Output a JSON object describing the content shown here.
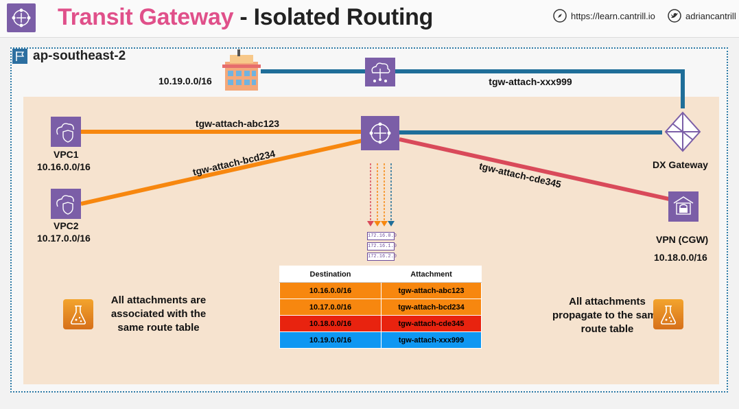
{
  "header": {
    "title_part1": "Transit Gateway",
    "title_part2": " - Isolated Routing",
    "website": "https://learn.cantrill.io",
    "twitter": "adriancantrill",
    "logo_icon": "transit-gateway-icon"
  },
  "region": {
    "label": "ap-southeast-2",
    "icon": "flag-icon"
  },
  "onprem": {
    "cidr": "10.19.0.0/16",
    "icon": "corporate-building-icon"
  },
  "dx_router_icon": "direct-connect-router-icon",
  "tgw_icon": "transit-gateway-icon",
  "vpcs": [
    {
      "name": "VPC1",
      "cidr": "10.16.0.0/16",
      "icon": "vpc-shield-icon"
    },
    {
      "name": "VPC2",
      "cidr": "10.17.0.0/16",
      "icon": "vpc-shield-icon"
    }
  ],
  "dx_gateway": {
    "name": "DX Gateway",
    "icon": "dx-gateway-icon"
  },
  "vpn": {
    "name": "VPN (CGW)",
    "cidr": "10.18.0.0/16",
    "icon": "vpn-lock-icon"
  },
  "attachments": {
    "abc": "tgw-attach-abc123",
    "bcd": "tgw-attach-bcd234",
    "cde": "tgw-attach-cde345",
    "xxx": "tgw-attach-xxx999"
  },
  "route_icon_entries": [
    "172.16.0.0",
    "172.16.1.0",
    "172.16.2.0"
  ],
  "route_table": {
    "headers": [
      "Destination",
      "Attachment"
    ],
    "rows": [
      {
        "destination": "10.16.0.0/16",
        "attachment": "tgw-attach-abc123",
        "color": "#f7870f"
      },
      {
        "destination": "10.17.0.0/16",
        "attachment": "tgw-attach-bcd234",
        "color": "#f7870f"
      },
      {
        "destination": "10.18.0.0/16",
        "attachment": "tgw-attach-cde345",
        "color": "#e8230f"
      },
      {
        "destination": "10.19.0.0/16",
        "attachment": "tgw-attach-xxx999",
        "color": "#0f97f2"
      }
    ]
  },
  "notes": {
    "left": "All attachments are associated with the same route table",
    "right": "All attachments propagate to the same route table",
    "icon": "flask-icon"
  },
  "colors": {
    "orange": "#f7870f",
    "red": "#d94a5a",
    "blue": "#1f6e99",
    "purple": "#7b5ea7"
  }
}
